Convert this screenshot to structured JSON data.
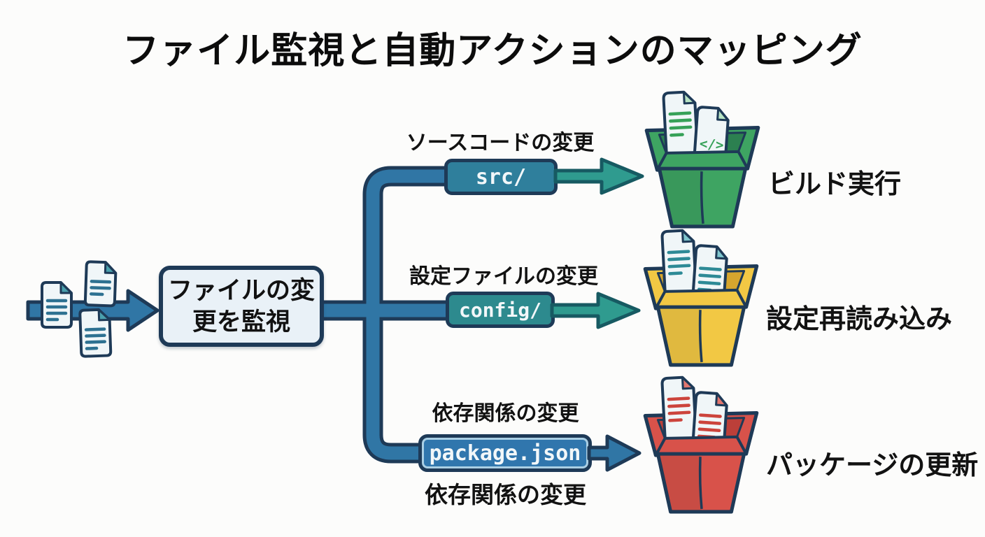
{
  "title": "ファイル監視と自動アクションのマッピング",
  "watcher_box": {
    "line1": "ファイルの変",
    "line2": "更を監視"
  },
  "branches": [
    {
      "label": "ソースコードの変更",
      "badge": "src/",
      "action": "ビルド実行",
      "badge_bg": "#2f7f9c",
      "arrow_fill": "#2f9b8f",
      "arrow_stroke": "#175a62",
      "bucket": {
        "main": "#3ea462",
        "dark": "#2c8050",
        "doc_line": "#36a158",
        "doc_fold": "#b7e3c3",
        "code_glyph": "</>"
      }
    },
    {
      "label": "設定ファイルの変更",
      "badge": "config/",
      "action": "設定再読み込み",
      "badge_bg": "#2d8a8e",
      "arrow_fill": "#2f9b8f",
      "arrow_stroke": "#175a62",
      "bucket": {
        "main": "#f2c844",
        "dark": "#d6a52e",
        "doc_line": "#2d8a96",
        "doc_fold": "#7fc6ce"
      }
    },
    {
      "label": "依存関係の変更",
      "badge": "package.json",
      "label_bottom": "依存関係の変更",
      "action": "パッケージの更新",
      "badge_bg": "#3076ad",
      "badge_ring": "#aacfe4",
      "arrow_fill": "#3076a5",
      "arrow_stroke": "#1e3a57",
      "bucket": {
        "main": "#d8524a",
        "dark": "#bc3f39",
        "doc_line": "#cc443c",
        "doc_fold": "#e2766e"
      }
    }
  ],
  "theme": {
    "bg": "#fcfcfb",
    "text": "#121212",
    "outline": "#1e3a57",
    "line": "#3076a5",
    "box_bg": "#e9f1f7",
    "badge_text": "#f2f7f9"
  }
}
